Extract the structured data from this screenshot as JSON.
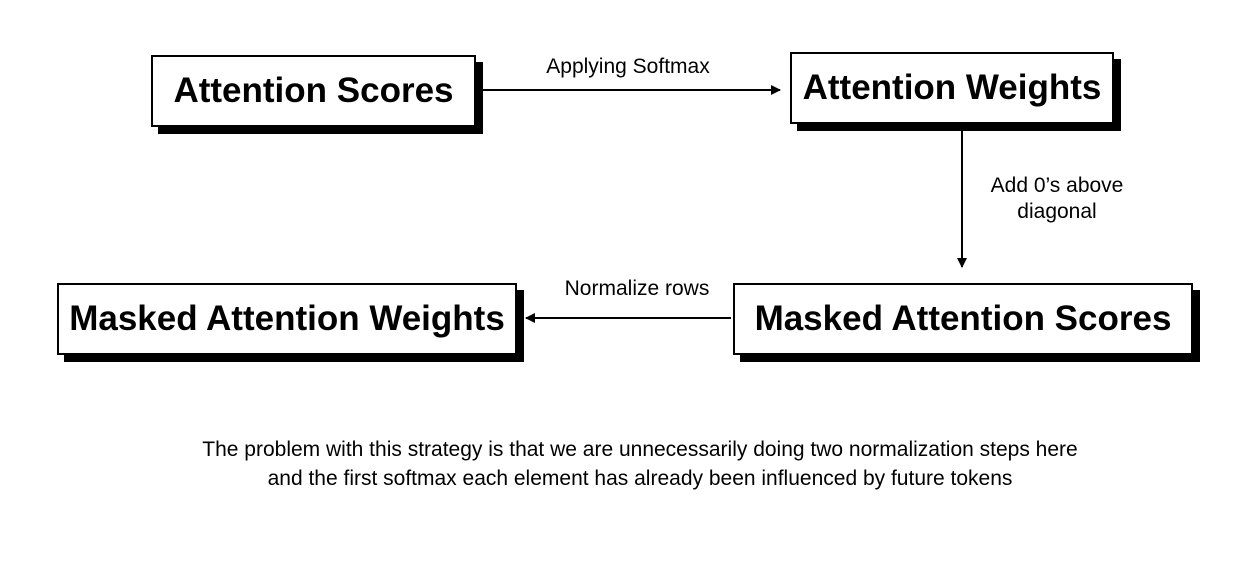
{
  "nodes": {
    "attention_scores": "Attention Scores",
    "attention_weights": "Attention Weights",
    "masked_attention_scores": "Masked Attention Scores",
    "masked_attention_weights": "Masked Attention Weights"
  },
  "edges": {
    "softmax": "Applying Softmax",
    "mask": "Add 0’s above diagonal",
    "normalize": "Normalize rows"
  },
  "caption": "The problem with this strategy is that we are unnecessarily doing two normalization steps here and the first softmax each element has already been influenced by future tokens"
}
